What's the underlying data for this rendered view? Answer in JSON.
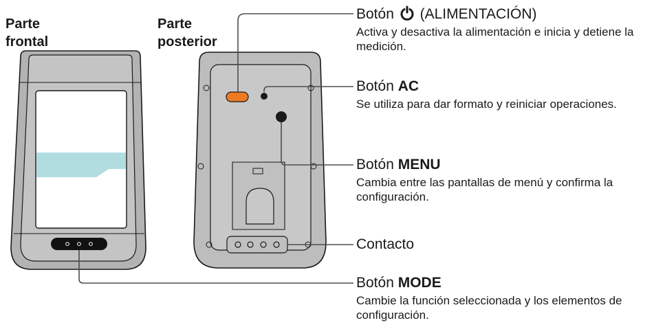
{
  "headings": {
    "front": [
      "Parte",
      "frontal"
    ],
    "back": [
      "Parte",
      "posterior"
    ]
  },
  "labels": {
    "power": {
      "prefix": "Botón",
      "icon": "power-icon",
      "name": "(ALIMENTACIÓN)",
      "description": "Activa y desactiva la alimentación e inicia y detiene la medición."
    },
    "ac": {
      "prefix": "Botón",
      "name": "AC",
      "description": "Se utiliza para dar formato y reiniciar operaciones."
    },
    "menu": {
      "prefix": "Botón",
      "name": "MENU",
      "description": "Cambia entre las pantallas de menú y confirma la configuración."
    },
    "contact": {
      "name": "Contacto"
    },
    "mode": {
      "prefix": "Botón",
      "name": "MODE",
      "description": "Cambie la función seleccionada y los elementos de configuración."
    }
  },
  "colors": {
    "device_body": "#b3b3b3",
    "device_face": "#c4c4c4",
    "outline": "#1a1a1a",
    "screen_band": "#b1dde1",
    "power_button": "#ee7b22",
    "leader_line": "#4d4d4d"
  }
}
